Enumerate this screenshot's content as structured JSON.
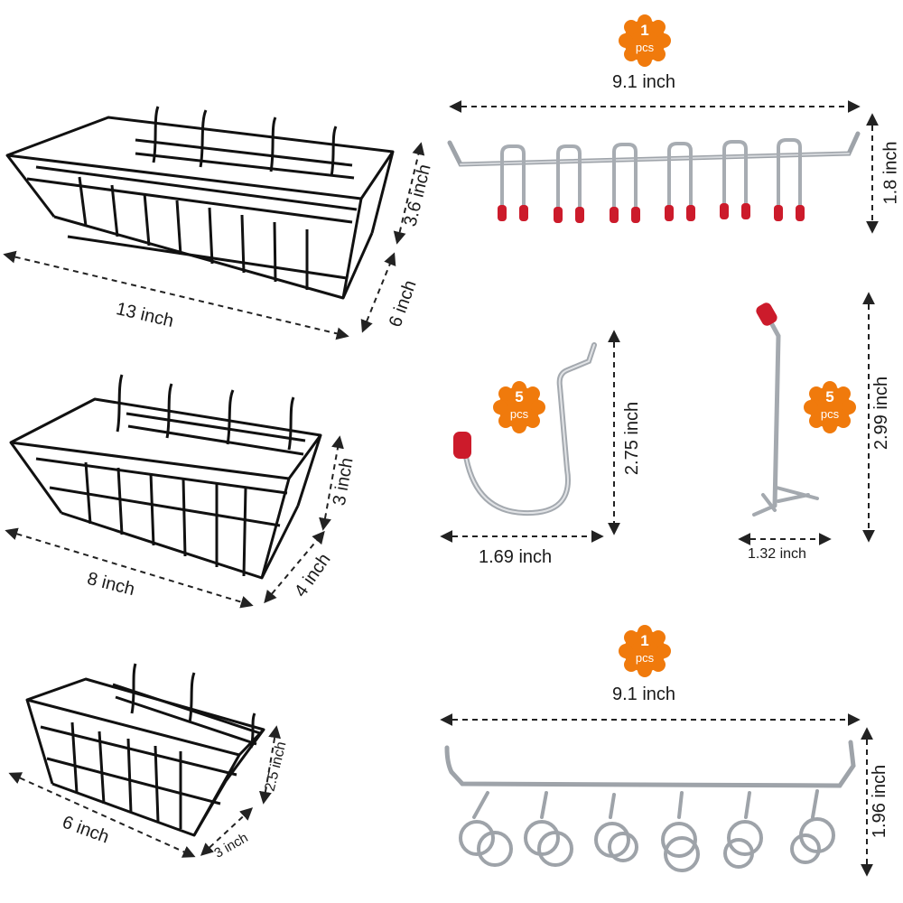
{
  "colors": {
    "badge": "#f07a0c",
    "wire": "#111111",
    "steel": "#a9adb3",
    "cap": "#cc1b2b",
    "dim": "#222222"
  },
  "baskets": [
    {
      "length": "13 inch",
      "height": "3.6 inch",
      "depth": "6 inch"
    },
    {
      "length": "8 inch",
      "height": "3 inch",
      "depth": "4 inch"
    },
    {
      "length": "6 inch",
      "height": "2.5 inch",
      "depth": "3 inch"
    }
  ],
  "hook_rail_top": {
    "qty": "1",
    "unit": "pcs",
    "width": "9.1 inch",
    "height": "1.8 inch"
  },
  "j_hook": {
    "qty": "5",
    "unit": "pcs",
    "width": "1.69 inch",
    "height": "2.75 inch"
  },
  "straight_hook": {
    "qty": "5",
    "unit": "pcs",
    "width": "1.32 inch",
    "height": "2.99 inch"
  },
  "loop_rail": {
    "qty": "1",
    "unit": "pcs",
    "width": "9.1 inch",
    "height": "1.96 inch"
  }
}
